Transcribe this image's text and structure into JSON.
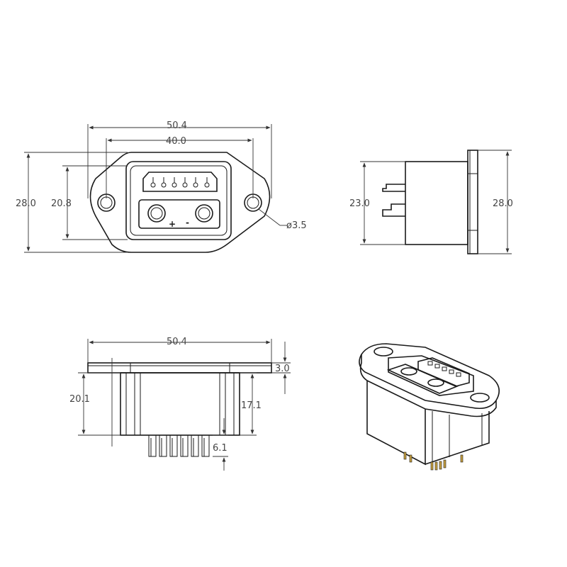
{
  "front_view": {
    "dim_overall_width": "50.4",
    "dim_hole_spacing": "40.0",
    "dim_overall_height": "28.0",
    "dim_body_height": "20.8",
    "dim_hole_diameter": "ø3.5",
    "plus_symbol": "+",
    "minus_symbol": "-"
  },
  "side_view": {
    "dim_body_height": "23.0",
    "dim_overall_height": "28.0"
  },
  "bottom_view": {
    "dim_overall_width": "50.4",
    "dim_flange_thickness": "3.0",
    "dim_body_depth": "20.1",
    "dim_housing_depth": "17.1",
    "dim_pin_length": "6.1"
  },
  "colors": {
    "line": "#1a1a1a",
    "dimension": "#444444",
    "pin_accent": "#c8a040"
  }
}
